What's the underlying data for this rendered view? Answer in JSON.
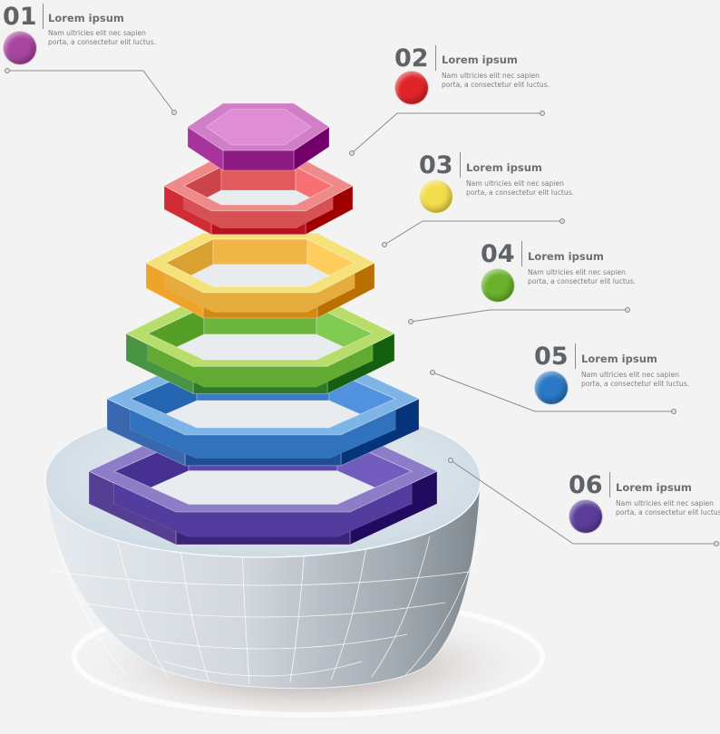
{
  "items": [
    {
      "number": "01",
      "title": "Lorem ipsum",
      "line1": "Nam ultricies elit nec sapien",
      "line2": "porta, a consectetur elit luctus.",
      "color": "#a8469f"
    },
    {
      "number": "02",
      "title": "Lorem ipsum",
      "line1": "Nam ultricies elit nec sapien",
      "line2": "porta, a consectetur elit luctus.",
      "color": "#e0242a"
    },
    {
      "number": "03",
      "title": "Lorem ipsum",
      "line1": "Nam ultricies elit nec sapien",
      "line2": "porta, a consectetur elit luctus.",
      "color": "#f2dd4a"
    },
    {
      "number": "04",
      "title": "Lorem ipsum",
      "line1": "Nam ultricies elit nec sapien",
      "line2": "porta, a consectetur elit luctus.",
      "color": "#6ab22b"
    },
    {
      "number": "05",
      "title": "Lorem ipsum",
      "line1": "Nam ultricies elit nec sapien",
      "line2": "porta, a consectetur elit luctus.",
      "color": "#2b78c4"
    },
    {
      "number": "06",
      "title": "Lorem ipsum",
      "line1": "Nam ultricies elit nec sapien",
      "line2": "porta, a consectetur elit luctus.",
      "color": "#5b3d9a"
    }
  ],
  "rings": [
    {
      "name": "purple-top",
      "top": "#d07fc6",
      "front": "#8d1a83",
      "inner": "#c86dbd"
    },
    {
      "name": "red",
      "top": "#ef8a8a",
      "front": "#b8121a",
      "inner": "#e05a5e"
    },
    {
      "name": "yellow",
      "top": "#f6e27a",
      "front": "#d48a10",
      "inner": "#f0b748"
    },
    {
      "name": "green",
      "top": "#b9dd6a",
      "front": "#2f7a2a",
      "inner": "#6bb53d"
    },
    {
      "name": "blue",
      "top": "#7fb5e6",
      "front": "#1f4e94",
      "inner": "#3a7cc8"
    },
    {
      "name": "indigo",
      "top": "#8d7cc8",
      "front": "#3b2579",
      "inner": "#5c47a8"
    }
  ],
  "bowl": {
    "rim": "#dde7ee",
    "body": "#c4ccd4",
    "shade": "#8f979f"
  }
}
